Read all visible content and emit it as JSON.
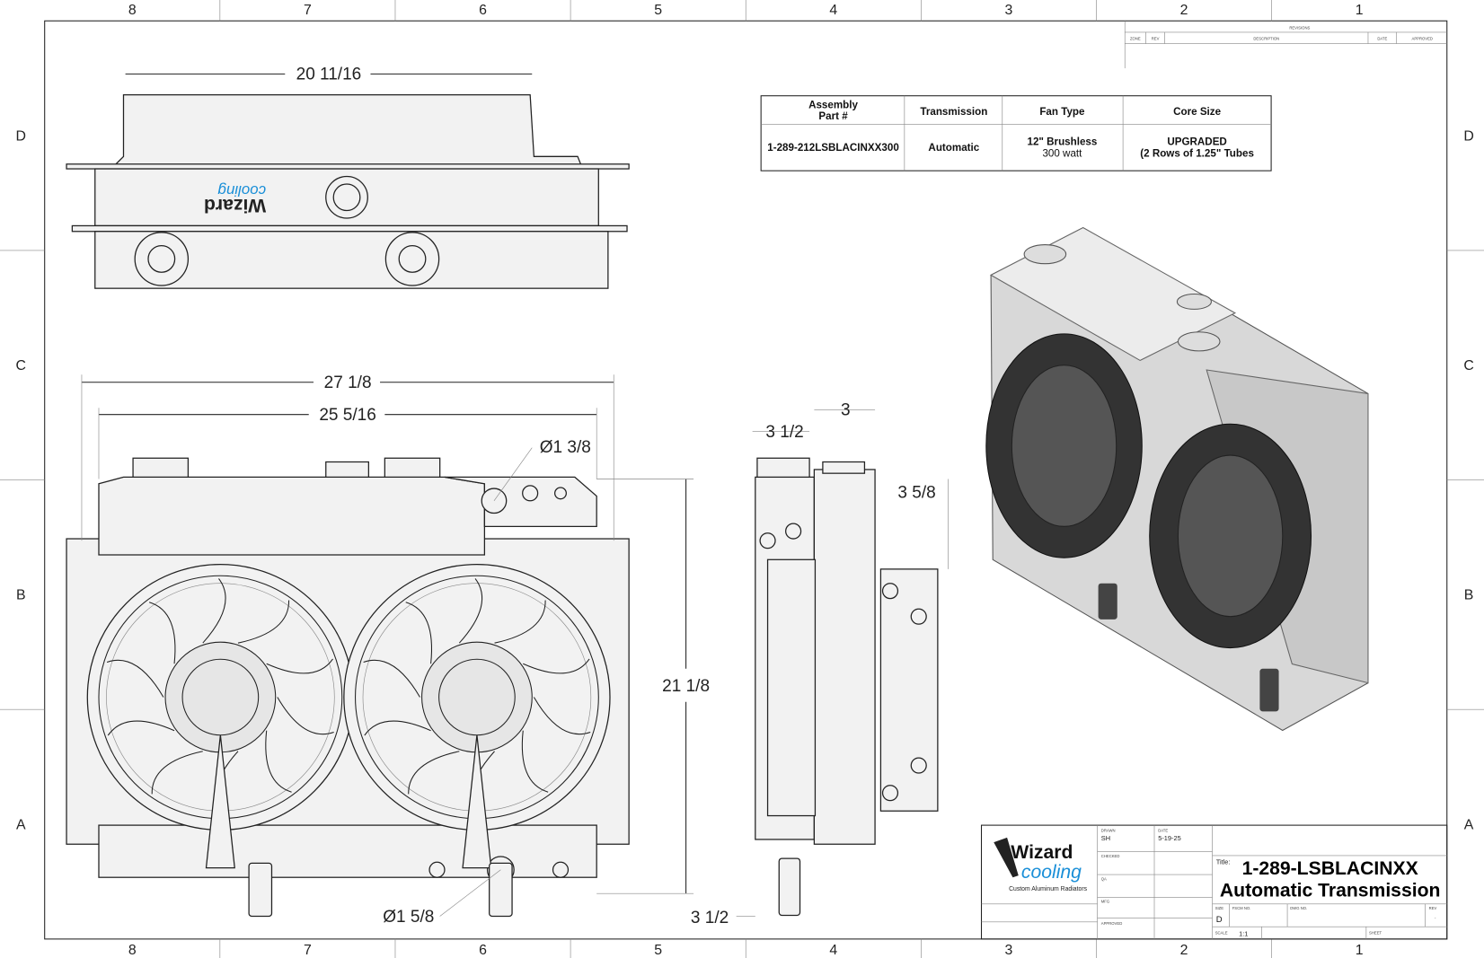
{
  "border": {
    "columns": [
      "8",
      "7",
      "6",
      "5",
      "4",
      "3",
      "2",
      "1"
    ],
    "rows": [
      "D",
      "C",
      "B",
      "A"
    ]
  },
  "revisions": {
    "title": "REVISIONS",
    "headers": [
      "ZONE",
      "REV",
      "DESCRIPTION",
      "DATE",
      "APPROVED"
    ]
  },
  "spec_table": {
    "headers": [
      "Assembly\nPart #",
      "Transmission",
      "Fan Type",
      "Core Size"
    ],
    "header_lines": [
      [
        "Assembly",
        "Part #"
      ],
      [
        "Transmission"
      ],
      [
        "Fan Type"
      ],
      [
        "Core Size"
      ]
    ],
    "row": {
      "part": "1-289-212LSBLACINXX300",
      "transmission": "Automatic",
      "fan_type": "12\" Brushless",
      "fan_power": "300 watt",
      "core_size": "UPGRADED",
      "core_detail": "(2 Rows of 1.25\" Tubes"
    }
  },
  "dimensions": {
    "top_width": "20 11/16",
    "overall_width": "27 1/8",
    "core_width": "25 5/16",
    "cap_dia": "Ø1 3/8",
    "height": "21 1/8",
    "outlet_dia": "Ø1 5/8",
    "side_top_depth": "3 1/2",
    "side_core_depth": "3",
    "side_fan_depth": "3 5/8",
    "side_bottom_depth": "3 1/2"
  },
  "logo": {
    "brand": "Wizard",
    "script": "cooling",
    "tagline": "Custom Aluminum Radiators"
  },
  "title_block": {
    "drawn_label": "DRAWN",
    "drawn": "SH",
    "date_label": "DATE",
    "date": "5-19-25",
    "checked_label": "CHECKED",
    "qa_label": "QA",
    "mfg_label": "MFG",
    "approved_label": "APPROVED",
    "title_label": "Title:",
    "title_line1": "1-289-LSBLACINXX",
    "title_line2": "Automatic Transmission",
    "size_label": "SIZE",
    "size": "D",
    "fscm_label": "FSCM NO.",
    "dwg_label": "DWG NO.",
    "rev_label": "REV",
    "rev": "-",
    "scale_label": "SCALE",
    "scale": "1:1",
    "sheet_label": "SHEET"
  }
}
